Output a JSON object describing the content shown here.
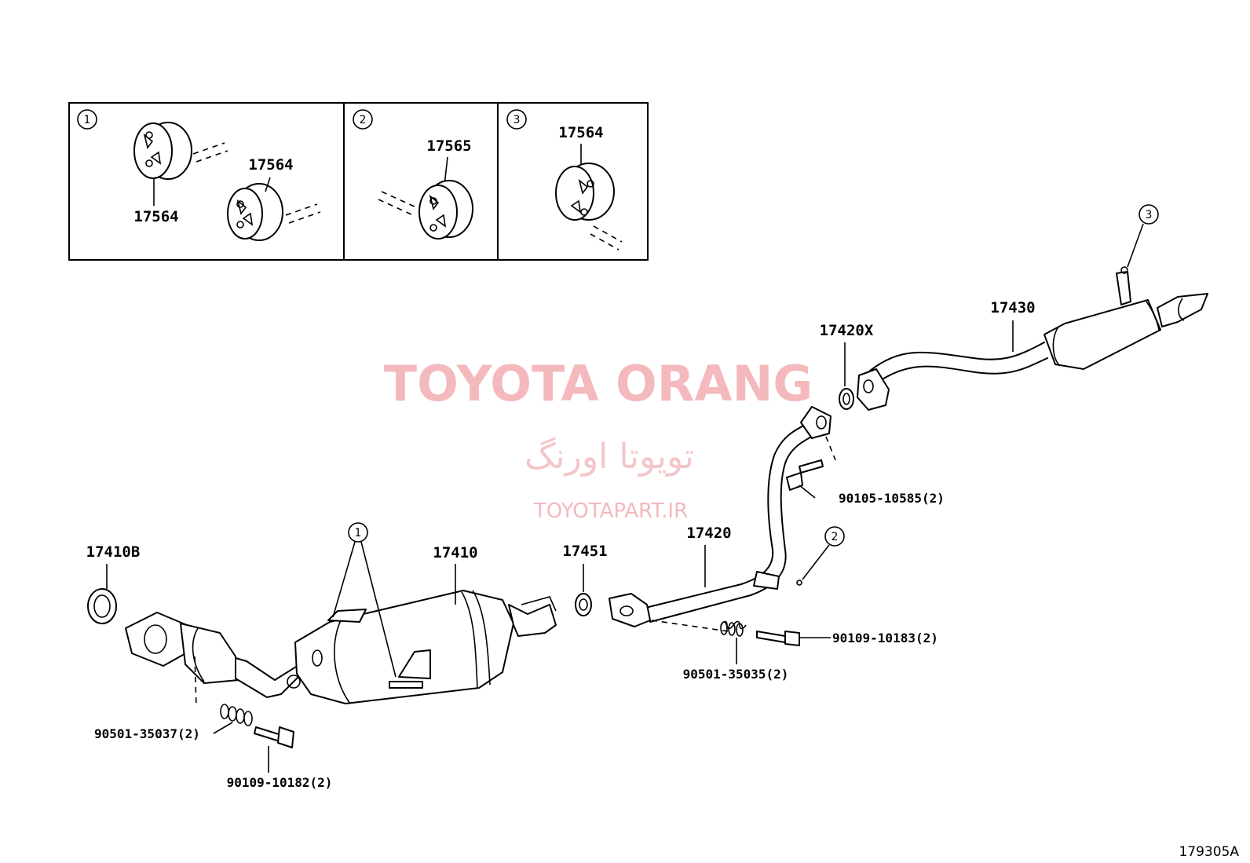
{
  "watermark": {
    "title": "TOYOTA ORANG",
    "persian": "تویوتا اورنگ",
    "site": "TOYOTAPART.IR"
  },
  "diagram_code": "179305A",
  "inset_panels": [
    {
      "circle": "1",
      "labels": [
        "17564",
        "17564"
      ]
    },
    {
      "circle": "2",
      "labels": [
        "17565"
      ]
    },
    {
      "circle": "3",
      "labels": [
        "17564"
      ]
    }
  ],
  "callouts": {
    "c1": "1",
    "c2": "2",
    "c3": "3"
  },
  "parts": {
    "p17410B": "17410B",
    "p17410": "17410",
    "p17451": "17451",
    "p17420": "17420",
    "p17420X": "17420X",
    "p17430": "17430",
    "b90105_10585": "90105-10585(2)",
    "b90109_10183": "90109-10183(2)",
    "s90501_35035": "90501-35035(2)",
    "s90501_35037": "90501-35037(2)",
    "b90109_10182": "90109-10182(2)"
  }
}
